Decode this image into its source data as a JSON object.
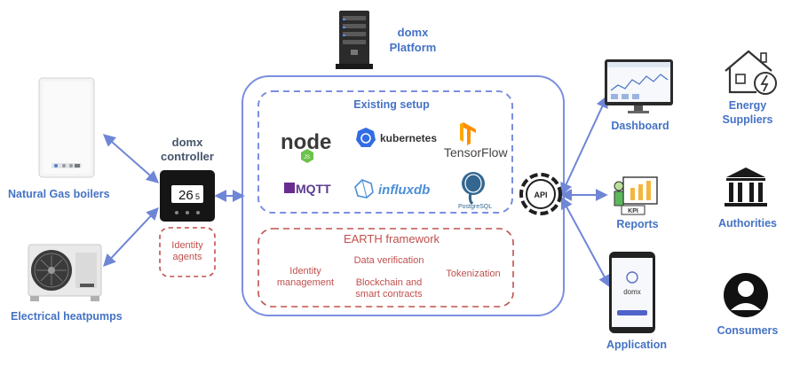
{
  "platform": {
    "line1": "domx",
    "line2": "Platform"
  },
  "controller": {
    "line1": "domx",
    "line2": "controller",
    "display": "26",
    "display_sub": "5"
  },
  "identity_agents": {
    "line1": "Identity",
    "line2": "agents"
  },
  "devices": {
    "boilers": "Natural Gas boilers",
    "heatpumps": "Electrical heatpumps"
  },
  "existing_setup": {
    "title": "Existing setup",
    "logos": {
      "node": "node",
      "node_sub": "JS",
      "kubernetes": "kubernetes",
      "tensorflow": "TensorFlow",
      "mqtt": "MQTT",
      "influxdb": "influxdb",
      "postgresql": "PostgreSQL"
    }
  },
  "earth": {
    "title": "EARTH framework",
    "identity_line1": "Identity",
    "identity_line2": "management",
    "data_verification": "Data verification",
    "blockchain_line1": "Blockchain and",
    "blockchain_line2": "smart contracts",
    "tokenization": "Tokenization"
  },
  "api": {
    "label": "API"
  },
  "outputs": {
    "dashboard": "Dashboard",
    "reports": "Reports",
    "reports_kpi": "KPI",
    "application": "Application",
    "app_brand": "domx"
  },
  "stakeholders": {
    "energy_line1": "Energy",
    "energy_line2": "Suppliers",
    "authorities": "Authorities",
    "consumers": "Consumers"
  },
  "colors": {
    "blue": "#4472c4",
    "frame": "#7b8ee0",
    "red": "#c0504d",
    "dark": "#44546a"
  }
}
